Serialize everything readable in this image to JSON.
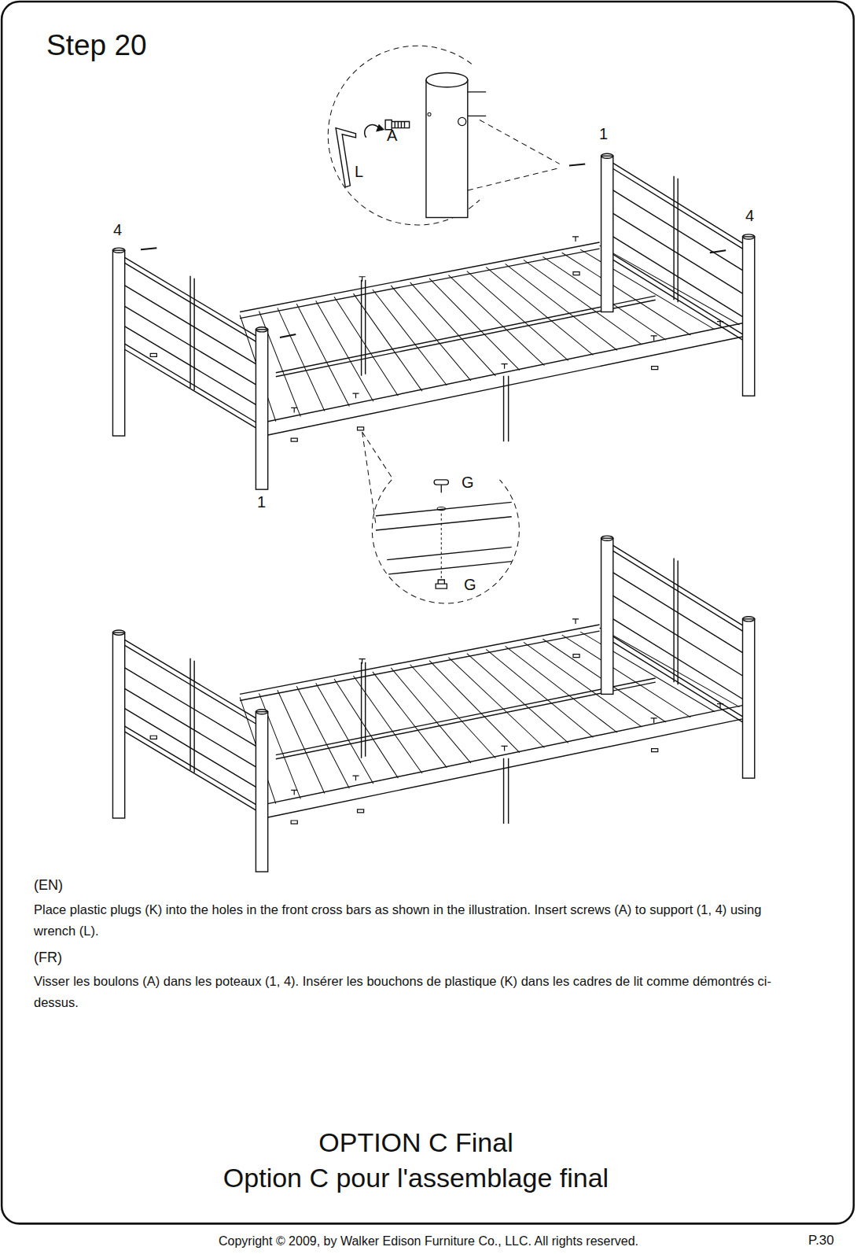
{
  "diagram": {
    "title": "Step 20",
    "labels": [
      "A",
      "L",
      "1",
      "4",
      "4",
      "1",
      "G",
      "G",
      "(EN)",
      "Place plastic plugs (K) into the holes in the front cross bars as shown in the illustration. Insert screws (A) to support (1, 4) using wrench (L).",
      "(FR)",
      "Visser les boulons (A) dans les poteaux (1, 4). Insérer les bouchons de plastique (K) dans les cadres de lit comme démontrés ci-dessus.",
      "OPTION C Final",
      "Option C pour l'assemblage final",
      "Copyright © 2009, by Walker Edison Furniture Co., LLC. All rights reserved.",
      "P.30"
    ]
  }
}
